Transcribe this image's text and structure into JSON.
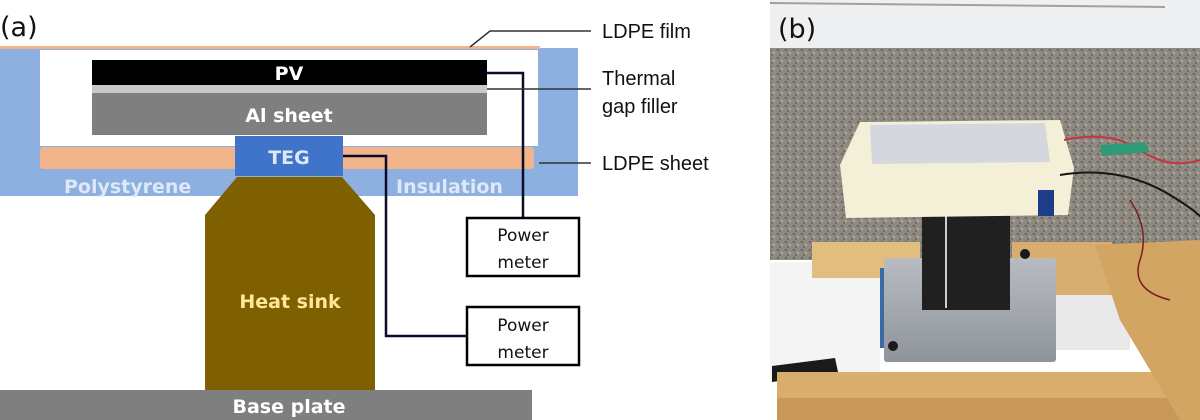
{
  "figure": {
    "panel_a": {
      "label": "(a)",
      "layers": {
        "pv": "PV",
        "al_sheet": "Al sheet",
        "teg": "TEG",
        "polystyrene": "Polystyrene",
        "insulation": "Insulation",
        "heat_sink": "Heat sink",
        "base_plate": "Base plate"
      },
      "callouts": {
        "ldpe_film": "LDPE film",
        "thermal_gap_filler_line1": "Thermal",
        "thermal_gap_filler_line2": "gap filler",
        "ldpe_sheet": "LDPE sheet"
      },
      "meters": [
        {
          "line1": "Power",
          "line2": "meter"
        },
        {
          "line1": "Power",
          "line2": "meter"
        }
      ],
      "colors": {
        "insulation_blue": "#8eb0e0",
        "ldpe_orange": "#f2b48a",
        "pv_black": "#000000",
        "gap_filler": "#c8c8c8",
        "al_gray": "#7f7f7f",
        "teg_blue": "#3f74c8",
        "heat_sink": "#7f6000",
        "base_plate": "#7f7f7f",
        "label_light": "#dde8f8",
        "heat_sink_text": "#ffe69a"
      }
    },
    "panel_b": {
      "label": "(b)",
      "description": "Photo of prototype PV-TEG device on wooden stand outdoors"
    }
  }
}
